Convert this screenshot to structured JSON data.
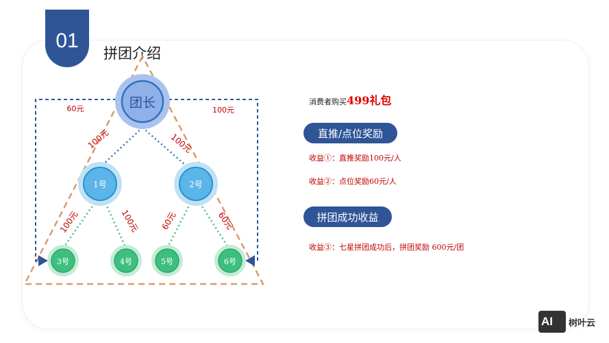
{
  "header": {
    "number": "01",
    "title": "拼团介绍"
  },
  "diagram": {
    "leader": "团长",
    "level1": [
      "1号",
      "2号"
    ],
    "level2": [
      "3号",
      "4号",
      "5号",
      "6号"
    ],
    "edge_labels": {
      "leader_to_1": "100元",
      "leader_to_2": "100元",
      "n1_to_3": "100元",
      "n1_to_4": "100元",
      "n2_to_5": "60元",
      "n2_to_6": "60元",
      "left_return": "60元",
      "right_return": "100元"
    },
    "colors": {
      "leader": "#4472c4",
      "level1": "#5bb5e8",
      "level2": "#3fbf7f",
      "triangle": "#d89a6a",
      "dark_blue": "#2f5597",
      "edge_text": "#c00000"
    }
  },
  "info": {
    "consumer_prefix": "消费者购买",
    "consumer_highlight": "499礼包",
    "section1_title": "直推/点位奖励",
    "benefit1": "收益①：直推奖励100元/人",
    "benefit2": "收益②：点位奖励60元/人",
    "section2_title": "拼团成功收益",
    "benefit3": "收益③：七星拼团成功后，拼团奖励 600元/团"
  },
  "watermark": {
    "badge": "AI",
    "brand": "树叶云"
  }
}
